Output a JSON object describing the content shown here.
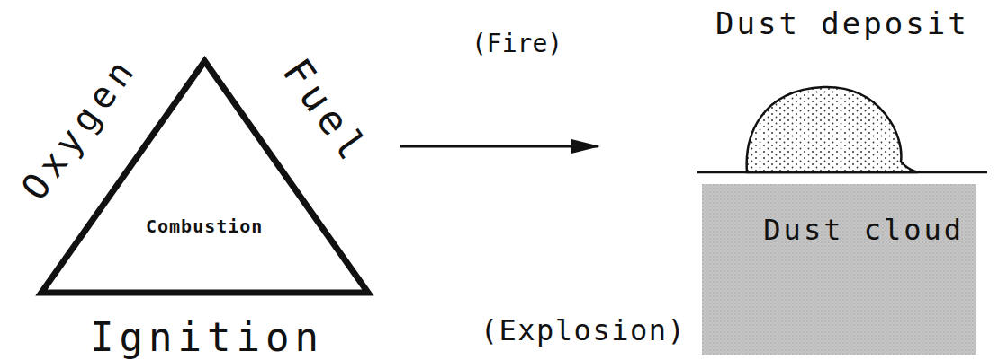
{
  "diagram": {
    "nodes": [
      {
        "text": [
          "Combustion"
        ]
      },
      {
        "text": [
          "Dust deposit"
        ]
      },
      {
        "text": [
          "Dust cloud"
        ]
      }
    ],
    "edges": [
      {
        "from": 0,
        "to": 1,
        "arrow": "to",
        "label": "(Fire)"
      }
    ],
    "labels": [
      "Oxygen",
      "Fuel",
      "Ignition",
      "(Explosion)"
    ]
  }
}
